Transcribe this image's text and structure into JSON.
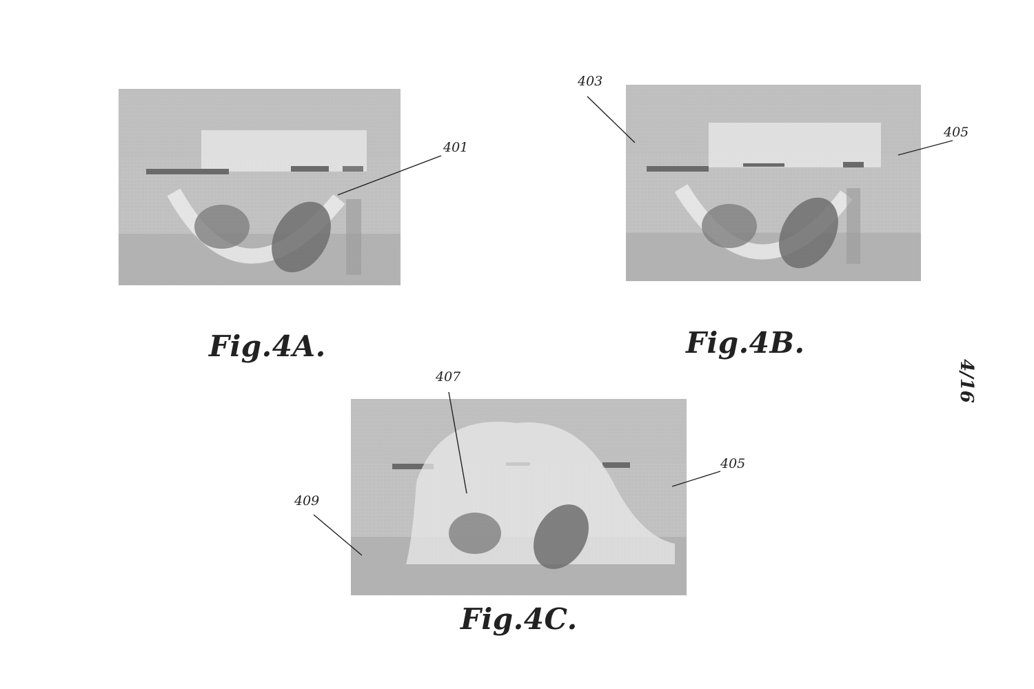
{
  "page": {
    "sheet_number": "4/16"
  },
  "figures": [
    {
      "id": "fig4a",
      "caption": "Fig.4A.",
      "references": [
        "401"
      ]
    },
    {
      "id": "fig4b",
      "caption": "Fig.4B.",
      "references": [
        "403",
        "405"
      ]
    },
    {
      "id": "fig4c",
      "caption": "Fig.4C.",
      "references": [
        "407",
        "405",
        "409"
      ]
    }
  ]
}
